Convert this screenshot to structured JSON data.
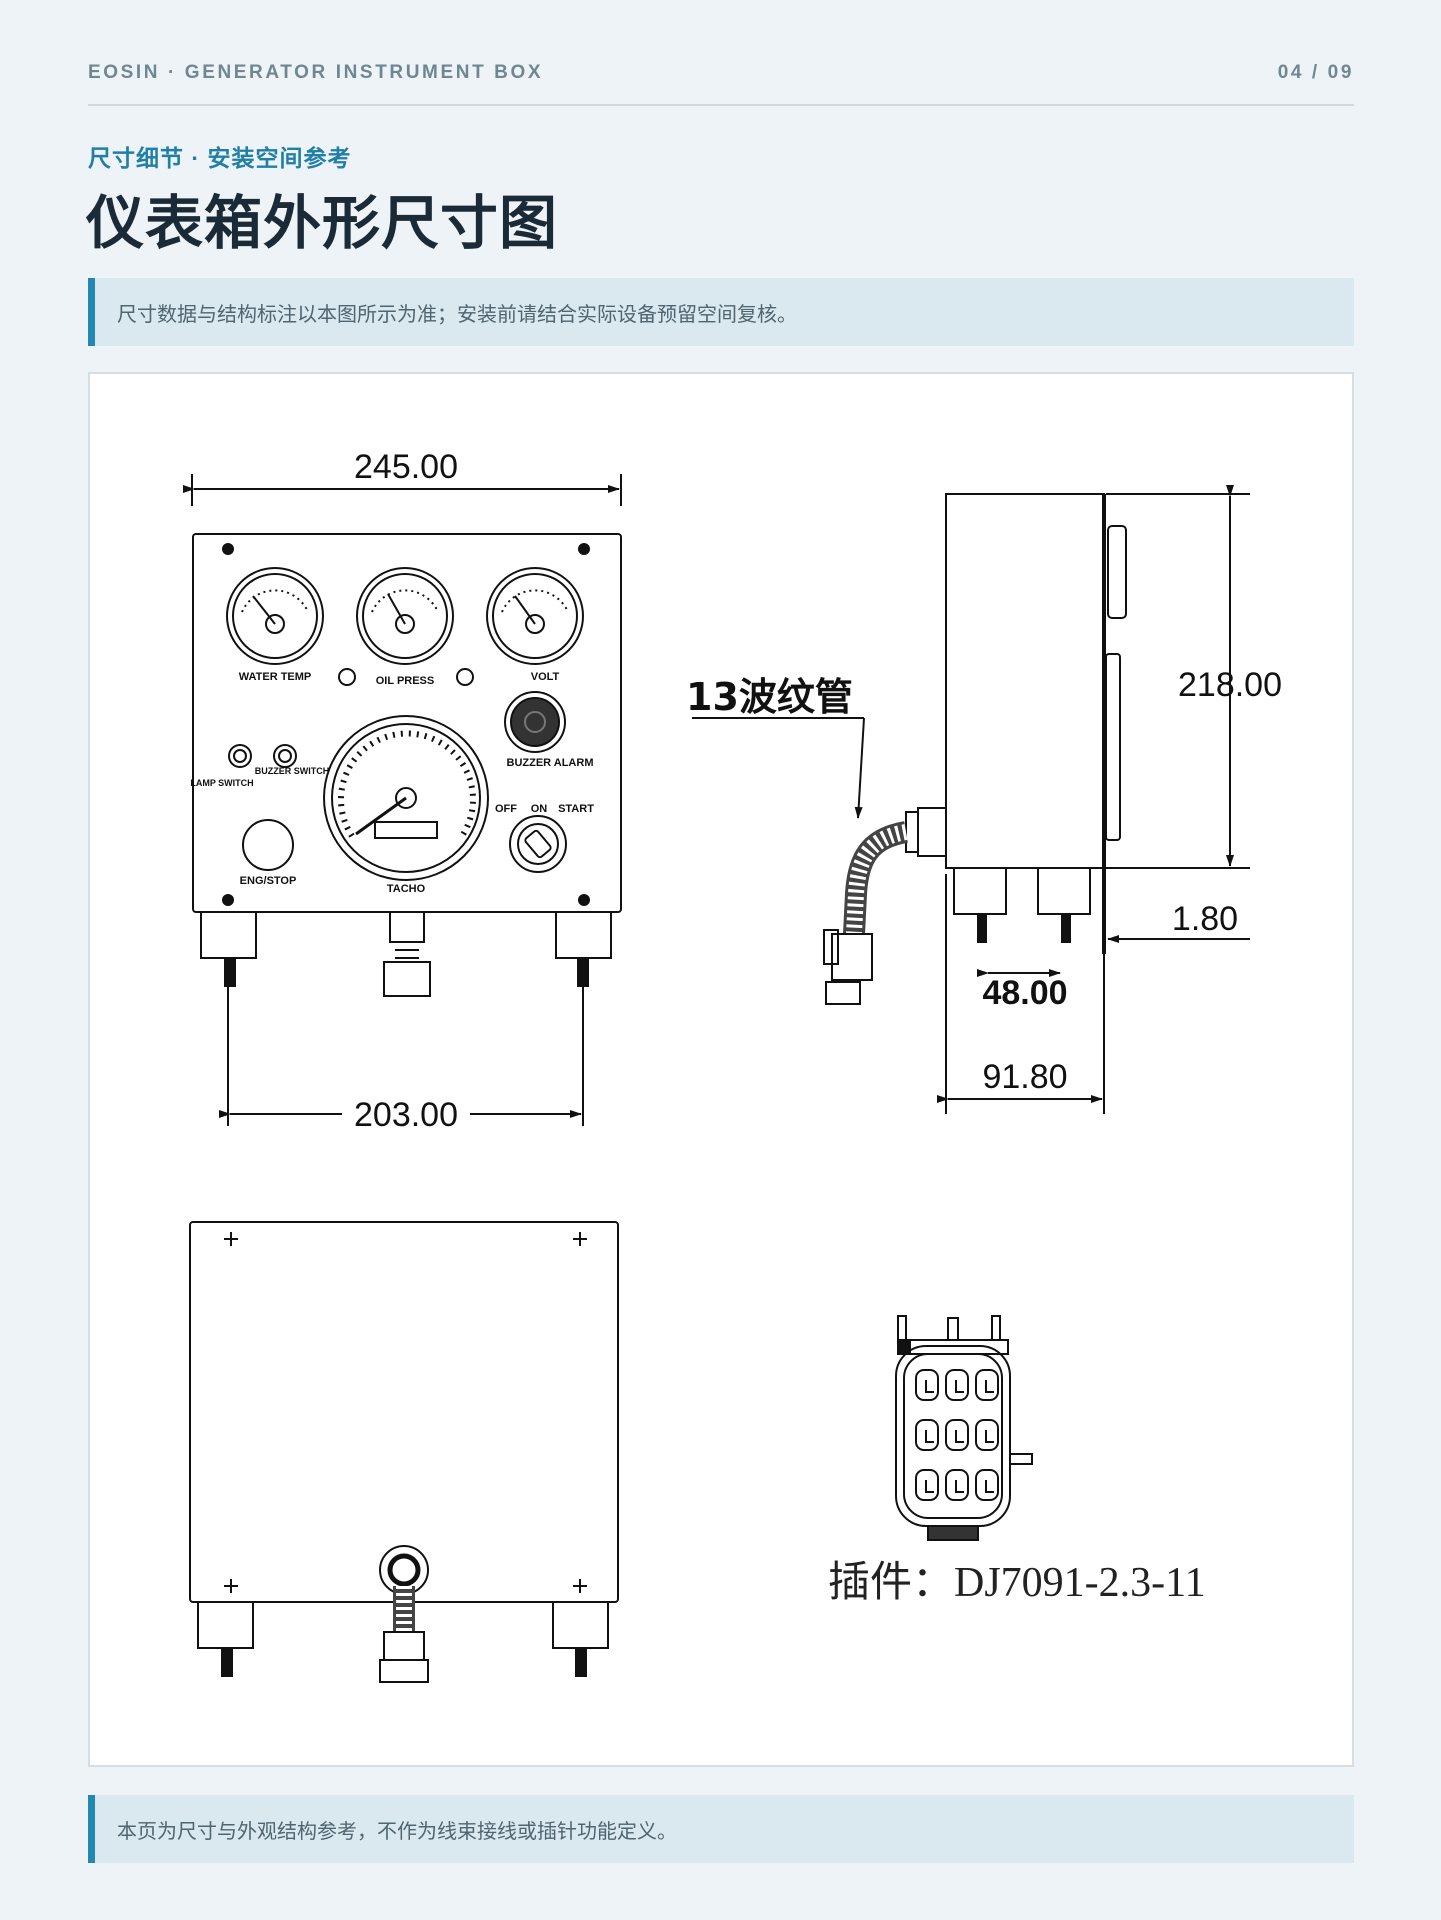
{
  "header": {
    "brand": "EOSIN · GENERATOR INSTRUMENT BOX",
    "page_number": "04 / 09"
  },
  "eyebrow": "尺寸细节 · 安装空间参考",
  "title": "仪表箱外形尺寸图",
  "notes": {
    "top": "尺寸数据与结构标注以本图所示为准；安装前请结合实际设备预留空间复核。",
    "bottom": "本页为尺寸与外观结构参考，不作为线束接线或插针功能定义。"
  },
  "drawing": {
    "front_width": "245.00",
    "mount_spacing": "203.00",
    "side_height": "218.00",
    "side_offset": "1.80",
    "side_foot_spacing": "48.00",
    "side_depth": "91.80",
    "hose_callout": "13波纹管",
    "connector_label": "插件：DJ7091-2.3-11",
    "panel_labels": {
      "water_temp": "WATER TEMP",
      "oil_press": "OIL PRESS",
      "volt": "VOLT",
      "buzzer_alarm": "BUZZER ALARM",
      "lamp_switch": "LAMP SWITCH",
      "buzzer_switch": "BUZZER SWITCH",
      "off": "OFF",
      "on": "ON",
      "start": "START",
      "eng_stop": "ENG/STOP",
      "tacho": "TACHO"
    }
  }
}
